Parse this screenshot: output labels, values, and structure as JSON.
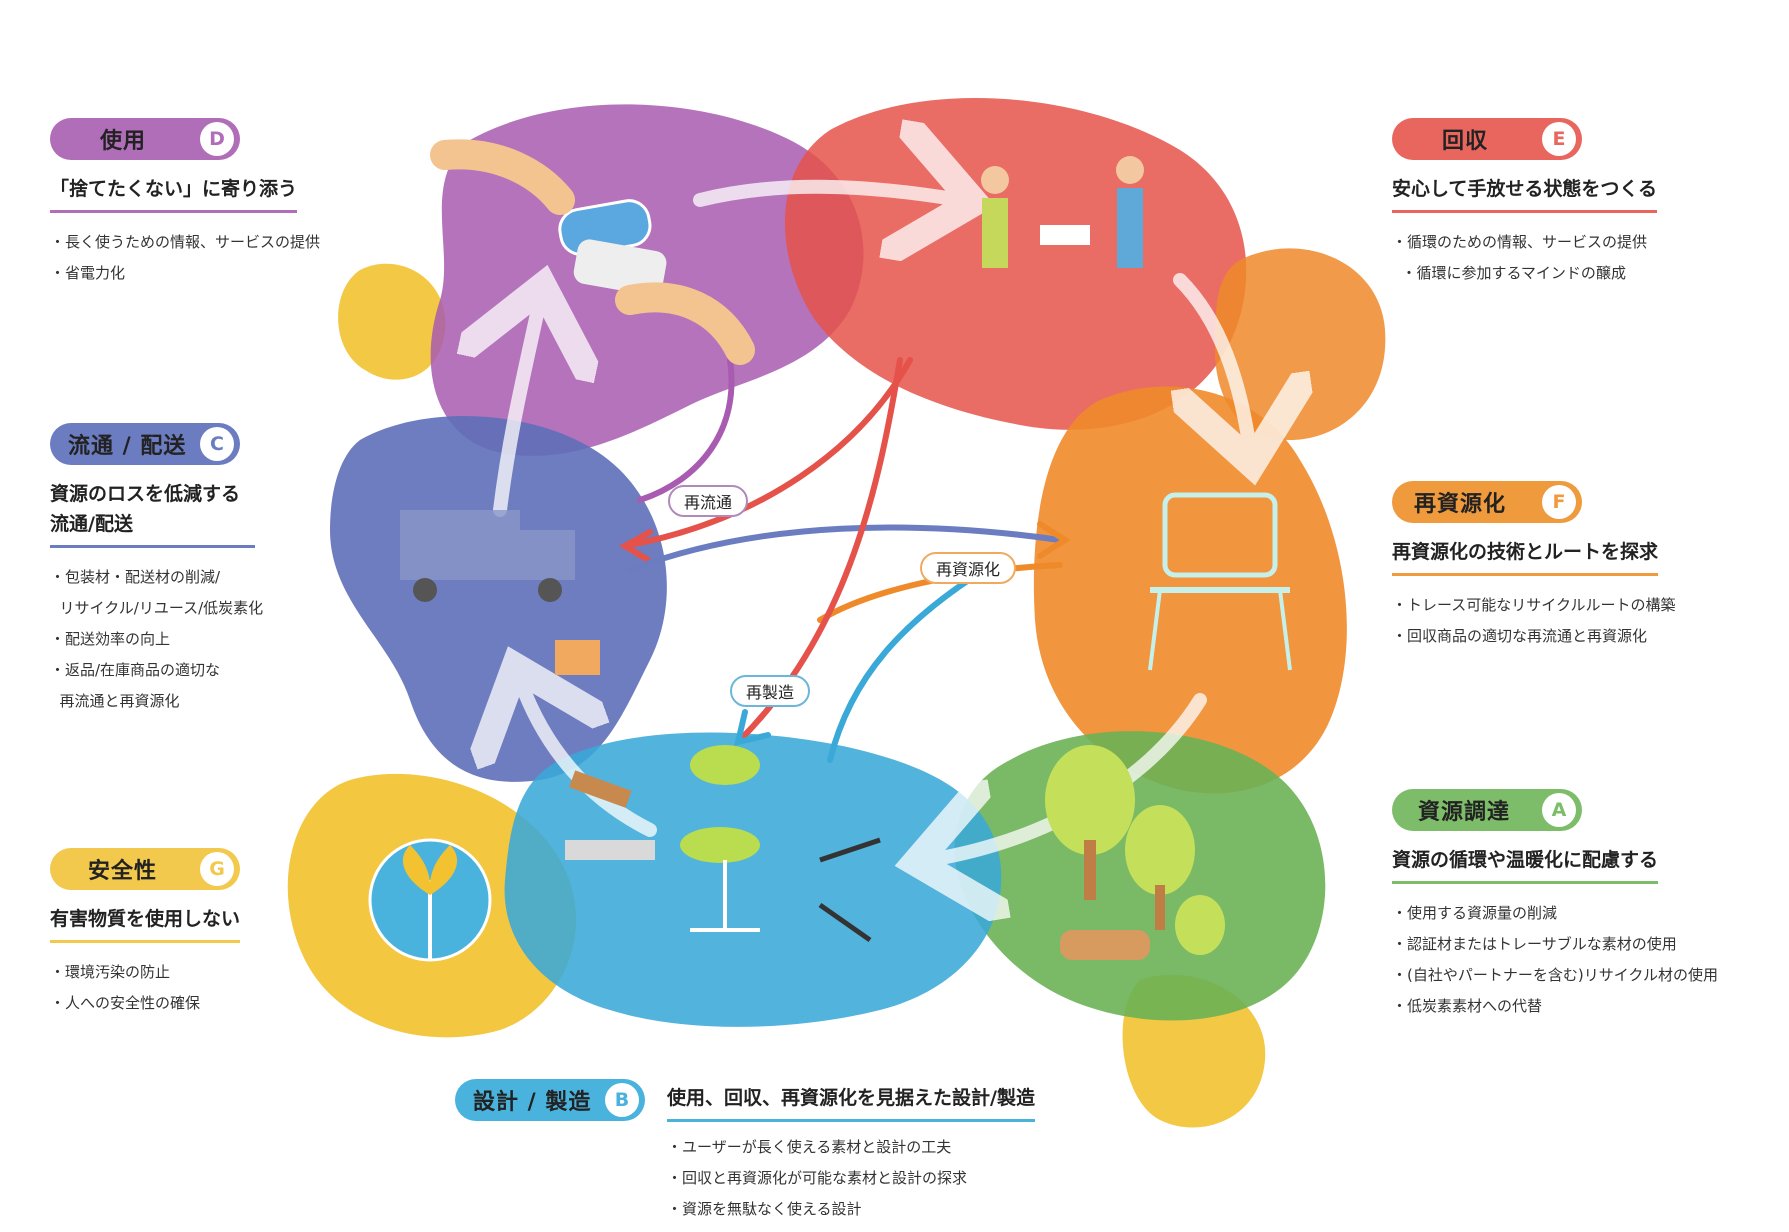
{
  "sections": {
    "D": {
      "title": "使用",
      "letter": "D",
      "color": "#b06db8",
      "subtitle": "「捨てたくない」に寄り添う",
      "bullets": [
        "・長く使うための情報、サービスの提供",
        "・省電力化"
      ]
    },
    "C": {
      "title": "流通 / 配送",
      "letter": "C",
      "color": "#6b7cc1",
      "subtitle_lines": [
        "資源のロスを低減する",
        "流通/配送"
      ],
      "bullets": [
        "・包装材・配送材の削減/",
        "  リサイクル/リユース/低炭素化",
        "・配送効率の向上",
        "・返品/在庫商品の適切な",
        "  再流通と再資源化"
      ]
    },
    "G": {
      "title": "安全性",
      "letter": "G",
      "color": "#f2c94c",
      "subtitle": "有害物質を使用しない",
      "bullets": [
        "・環境汚染の防止",
        "・人への安全性の確保"
      ]
    },
    "E": {
      "title": "回収",
      "letter": "E",
      "color": "#e8665e",
      "subtitle": "安心して手放せる状態をつくる",
      "bullets": [
        "・循環のための情報、サービスの提供",
        "  ・循環に参加するマインドの醸成"
      ]
    },
    "F": {
      "title": "再資源化",
      "letter": "F",
      "color": "#f09a3e",
      "subtitle": "再資源化の技術とルートを探求",
      "bullets": [
        "・トレース可能なリサイクルルートの構築",
        "・回収商品の適切な再流通と再資源化"
      ]
    },
    "A": {
      "title": "資源調達",
      "letter": "A",
      "color": "#7dbd6a",
      "subtitle": "資源の循環や温暖化に配慮する",
      "bullets": [
        "・使用する資源量の削減",
        "・認証材またはトレーサブルな素材の使用",
        "・(自社やパートナーを含む)リサイクル材の使用",
        "・低炭素素材への代替"
      ]
    },
    "B": {
      "title": "設計 / 製造",
      "letter": "B",
      "color": "#4ab3dd",
      "subtitle": "使用、回収、再資源化を見据えた設計/製造",
      "bullets": [
        "・ユーザーが長く使える素材と設計の工夫",
        "・回収と再資源化が可能な素材と設計の探求",
        "・資源を無駄なく使える設計"
      ]
    }
  },
  "flows": {
    "redistribution": "再流通",
    "recycling": "再資源化",
    "remanufacture": "再製造"
  },
  "blob_colors": {
    "use": "#a85bb0",
    "distribution": "#5e6fb8",
    "safety": "#f2c230",
    "collection": "#e5524a",
    "recycling": "#ef8a2a",
    "procurement": "#6cb155",
    "manufacture": "#3aa9d8",
    "yellow_accent": "#f2c230"
  }
}
